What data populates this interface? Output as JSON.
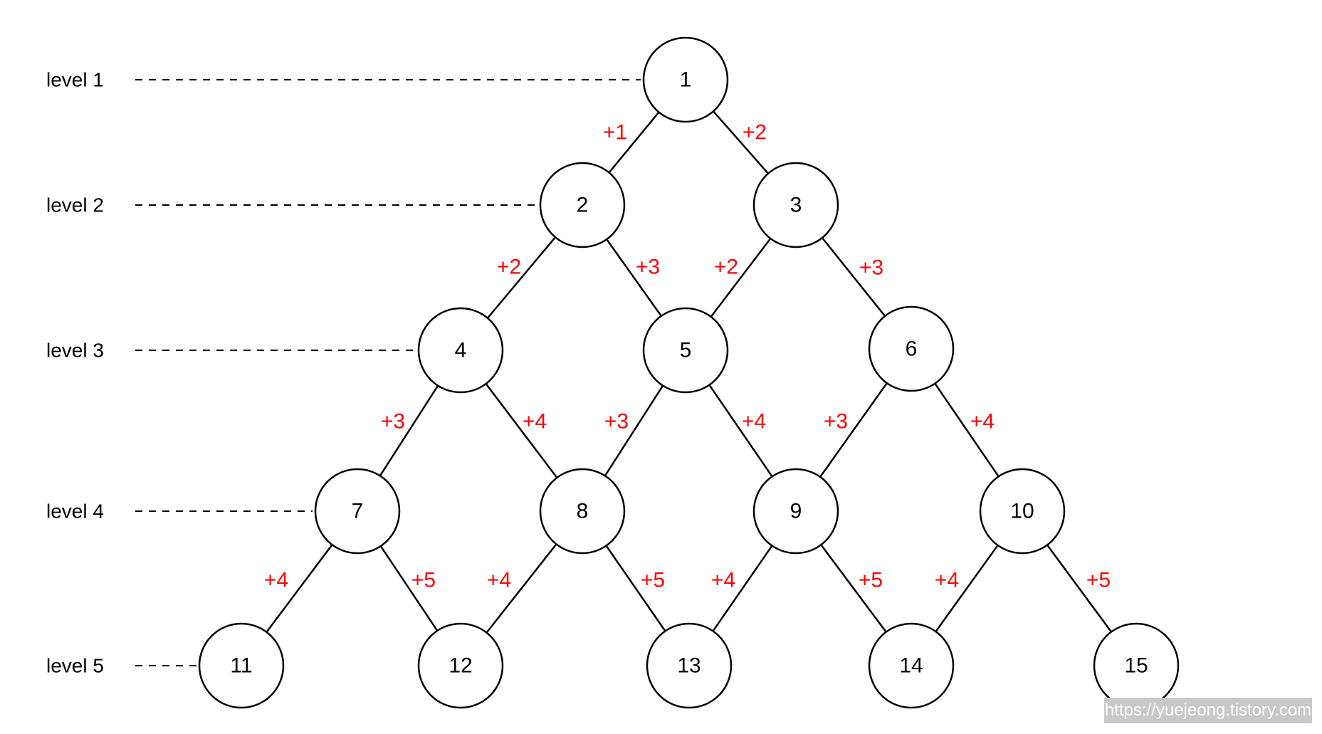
{
  "levels": [
    "level 1",
    "level 2",
    "level 3",
    "level 4",
    "level 5"
  ],
  "nodes": [
    "1",
    "2",
    "3",
    "4",
    "5",
    "6",
    "7",
    "8",
    "9",
    "10",
    "11",
    "12",
    "13",
    "14",
    "15"
  ],
  "edges": [
    {
      "from": "1",
      "to": "2",
      "label": "+1"
    },
    {
      "from": "1",
      "to": "3",
      "label": "+2"
    },
    {
      "from": "2",
      "to": "4",
      "label": "+2"
    },
    {
      "from": "2",
      "to": "5",
      "label": "+3"
    },
    {
      "from": "3",
      "to": "5",
      "label": "+2"
    },
    {
      "from": "3",
      "to": "6",
      "label": "+3"
    },
    {
      "from": "4",
      "to": "7",
      "label": "+3"
    },
    {
      "from": "4",
      "to": "8",
      "label": "+4"
    },
    {
      "from": "5",
      "to": "8",
      "label": "+3"
    },
    {
      "from": "5",
      "to": "9",
      "label": "+4"
    },
    {
      "from": "6",
      "to": "9",
      "label": "+3"
    },
    {
      "from": "6",
      "to": "10",
      "label": "+4"
    },
    {
      "from": "7",
      "to": "11",
      "label": "+4"
    },
    {
      "from": "7",
      "to": "12",
      "label": "+5"
    },
    {
      "from": "8",
      "to": "12",
      "label": "+4"
    },
    {
      "from": "8",
      "to": "13",
      "label": "+5"
    },
    {
      "from": "9",
      "to": "13",
      "label": "+4"
    },
    {
      "from": "9",
      "to": "14",
      "label": "+5"
    },
    {
      "from": "10",
      "to": "14",
      "label": "+4"
    },
    {
      "from": "10",
      "to": "15",
      "label": "+5"
    }
  ],
  "colors": {
    "edge_label": "#ff0000",
    "watermark_bg": "#c8c8c8"
  },
  "watermark": "https://yuejeong.tistory.com"
}
